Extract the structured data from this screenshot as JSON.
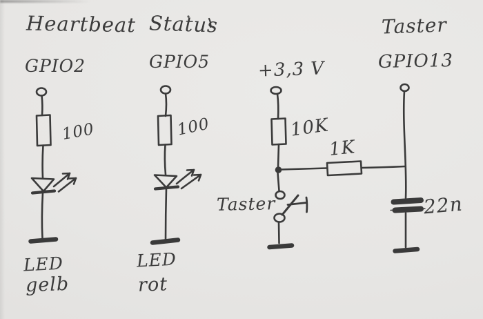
{
  "colors": {
    "ink": "#3a3a3a",
    "paper": "#e8e7e4"
  },
  "circuits": {
    "heartbeat": {
      "title": "Heartbeat",
      "gpio": "GPIO2",
      "resistor_value": "100",
      "led_name": "LED",
      "led_color": "gelb"
    },
    "status": {
      "title": "Status",
      "gpio": "GPIO5",
      "resistor_value": "100",
      "led_name": "LED",
      "led_color": "rot"
    },
    "button": {
      "title": "Taster",
      "gpio": "GPIO13",
      "supply": "+3,3 V",
      "pullup_value": "10K",
      "series_value": "1K",
      "switch_label": "Taster",
      "capacitor_value": "22n"
    }
  }
}
